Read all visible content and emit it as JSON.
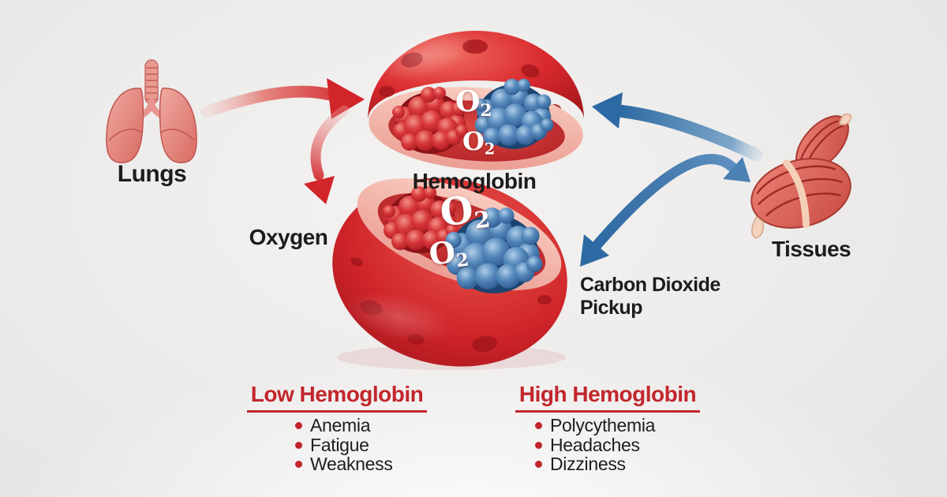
{
  "diagram": {
    "labels": {
      "lungs": "Lungs",
      "hemoglobin": "Hemoglobin",
      "oxygen": "Oxygen",
      "tissues": "Tissues",
      "co2_line1": "Carbon Dioxide",
      "co2_line2": "Pickup"
    },
    "o2": {
      "symbol": "O",
      "subscript": "2"
    },
    "lists": {
      "low": {
        "title": "Low Hemoglobin",
        "items": [
          "Anemia",
          "Fatigue",
          "Weakness"
        ]
      },
      "high": {
        "title": "High Hemoglobin",
        "items": [
          "Polycythemia",
          "Headaches",
          "Dizziness"
        ]
      }
    },
    "colors": {
      "heading_red": "#c2262c",
      "arrow_red": "#d2252a",
      "arrow_blue": "#2d6aa3",
      "cell_red": "#d4252a",
      "cell_rim_pink": "#f2afa6",
      "oxygen_cluster_red": "#c41f27",
      "co2_cluster_blue": "#2b5f97",
      "text_dark": "#1c1c1c",
      "background_gray": "#e8e7e6"
    }
  }
}
